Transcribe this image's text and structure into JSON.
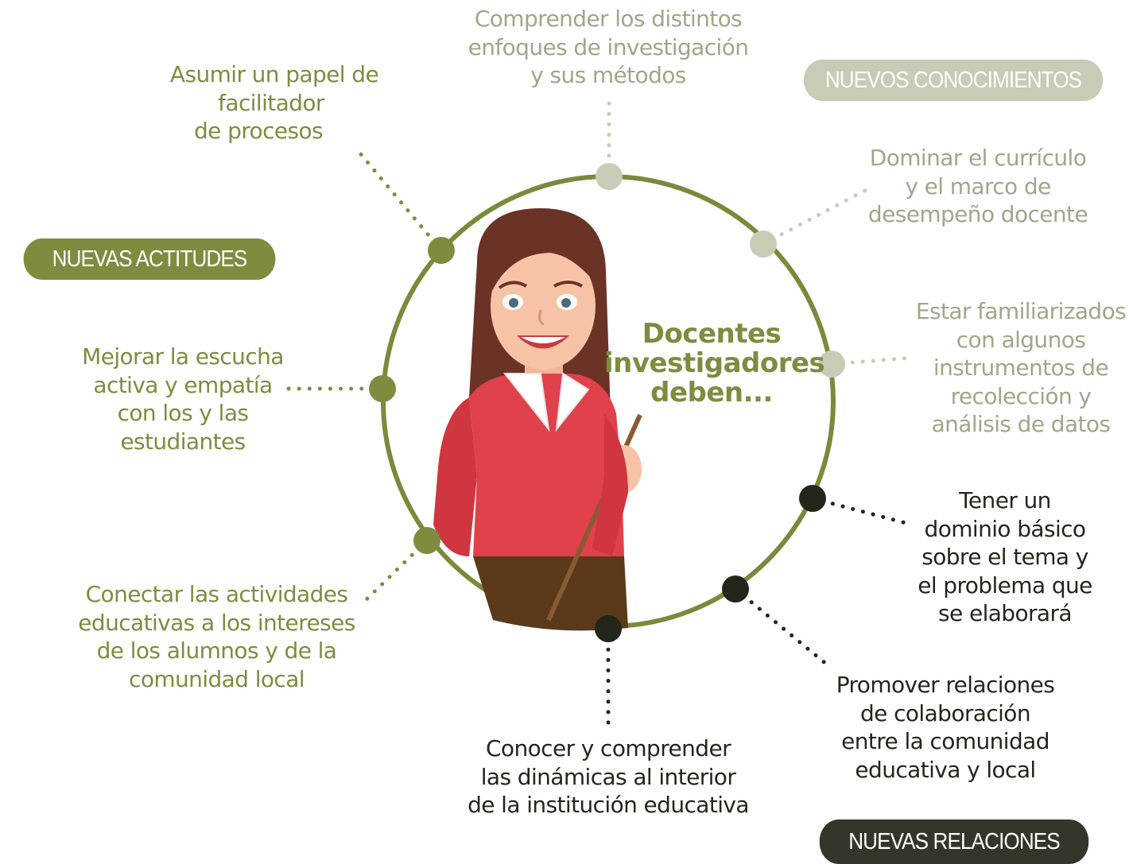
{
  "categories": {
    "actitudes": "NUEVAS ACTITUDES",
    "conocimientos": "NUEVOS CONOCIMIENTOS",
    "relaciones": "NUEVAS RELACIONES"
  },
  "center": {
    "lines": [
      "Docentes",
      "investigadores",
      "deben..."
    ]
  },
  "items": {
    "facilitador": [
      "Asumir un papel de",
      "facilitador",
      "de procesos"
    ],
    "enfoques": [
      "Comprender los distintos",
      "enfoques de investigación",
      "y sus métodos"
    ],
    "curriculo": [
      "Dominar el currículo",
      "y el marco de",
      "desempeño docente"
    ],
    "instrumentos": [
      "Estar familiarizados",
      "con algunos",
      "instrumentos de",
      "recolección y",
      "análisis de datos"
    ],
    "escucha": [
      "Mejorar la escucha",
      "activa y empatía",
      "con los y las",
      "estudiantes"
    ],
    "conectar": [
      "Conectar las actividades",
      "educativas a los intereses",
      "de los alumnos y de la",
      "comunidad local"
    ],
    "dominio": [
      "Tener un",
      "dominio básico",
      "sobre el tema y",
      "el problema que",
      "se elaborará"
    ],
    "promover": [
      "Promover relaciones",
      "de colaboración",
      "entre la comunidad",
      "educativa y local"
    ],
    "dinamicas": [
      "Conocer y comprender",
      "las dinámicas al interior",
      "de la institución educativa"
    ]
  },
  "colors": {
    "olive": "#7f8c3f",
    "sage": "#c8ccb6",
    "sage_text": "#a1a68a",
    "dark": "#23261b",
    "ring": "#7a8a3a"
  }
}
